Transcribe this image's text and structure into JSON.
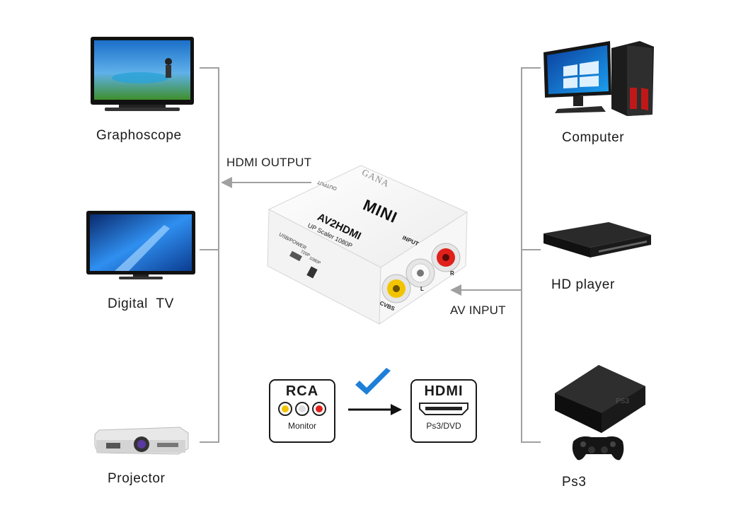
{
  "left_devices": [
    {
      "label": "Graphoscope",
      "icon": "tv-icon"
    },
    {
      "label": "Digital  TV",
      "icon": "tv-icon"
    },
    {
      "label": "Projector",
      "icon": "projector-icon"
    }
  ],
  "right_devices": [
    {
      "label": "Computer",
      "icon": "computer-icon"
    },
    {
      "label": "HD player",
      "icon": "hd-player-icon"
    },
    {
      "label": "Ps3",
      "icon": "ps3-icon"
    }
  ],
  "output_label": "HDMI OUTPUT",
  "input_label": "AV INPUT",
  "device": {
    "brand": "GANA",
    "model": "MINI",
    "name": "AV2HDMI",
    "subtitle": "UP Scaler 1080P",
    "output_port": "OUTPUT",
    "input_port": "INPUT",
    "power_port": "USB/POWER",
    "switch_720": "720P",
    "switch_1080": "1080P",
    "jack_cvbs": "CVBS",
    "jack_l": "L",
    "jack_r": "R"
  },
  "conversion": {
    "from_title": "RCA",
    "from_sub": "Monitor",
    "to_title": "HDMI",
    "to_sub": "Ps3/DVD"
  },
  "colors": {
    "accent_check": "#1e7fd8",
    "line": "#a0a0a0",
    "jack_yellow": "#f2c400",
    "jack_white": "#f4f4f4",
    "jack_red": "#e0201b"
  }
}
